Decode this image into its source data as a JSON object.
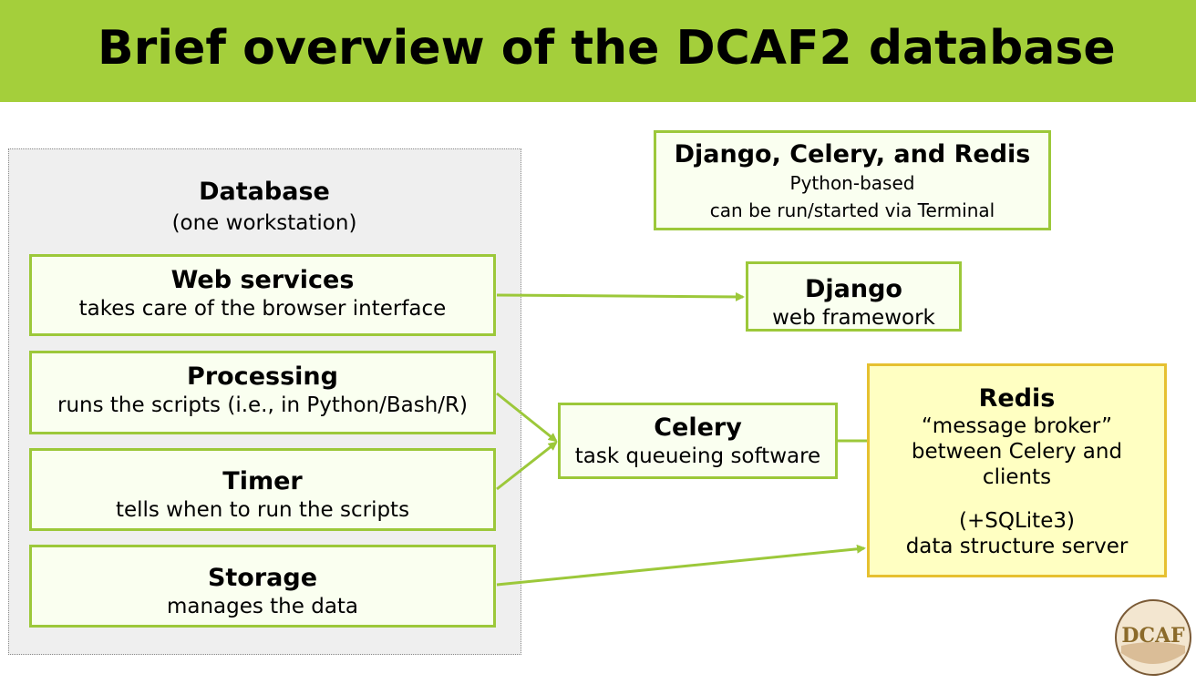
{
  "title": "Brief overview of the DCAF2 database",
  "database": {
    "title": "Database",
    "subtitle": "(one workstation)",
    "components": [
      {
        "name": "Web services",
        "desc": "takes care of the browser interface"
      },
      {
        "name": "Processing",
        "desc": "runs the scripts (i.e., in Python/Bash/R)"
      },
      {
        "name": "Timer",
        "desc": "tells when to run the scripts"
      },
      {
        "name": "Storage",
        "desc": "manages the data"
      }
    ]
  },
  "stack_note": {
    "title": "Django, Celery, and Redis",
    "line1": "Python-based",
    "line2": "can be run/started via Terminal"
  },
  "django": {
    "name": "Django",
    "desc": "web framework"
  },
  "celery": {
    "name": "Celery",
    "desc": "task queueing software"
  },
  "redis": {
    "name": "Redis",
    "line1": "“message broker”",
    "line2": "between Celery and",
    "line3": "clients",
    "line4": "(+SQLite3)",
    "line5": "data structure server"
  },
  "logo": {
    "text": "DCAF"
  },
  "colors": {
    "title_bar": "#a4cf3b",
    "box_border": "#9cc83a",
    "arrow": "#9cc83a",
    "redis_border": "#e6c030",
    "redis_fill": "#ffffc2"
  }
}
